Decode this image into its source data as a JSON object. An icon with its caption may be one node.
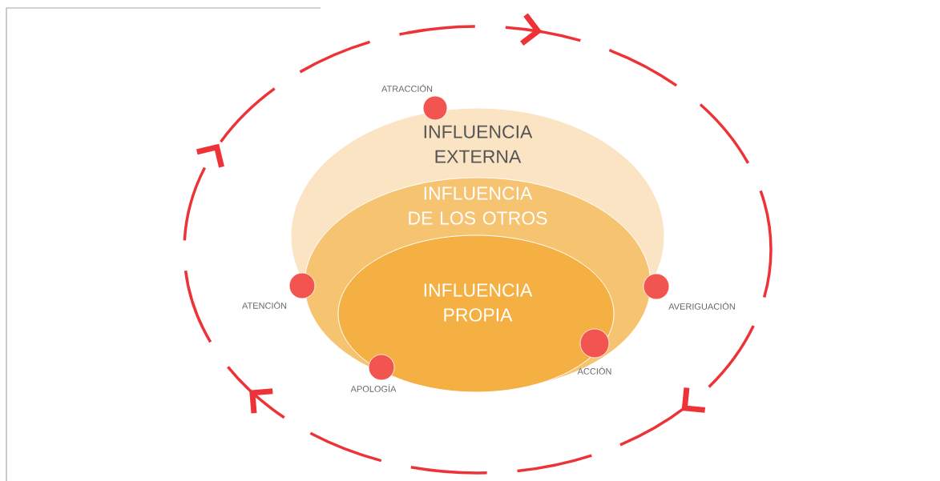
{
  "diagram": {
    "nodes": [
      {
        "text": [
          "INFLUENCIA EXTERNA"
        ]
      },
      {
        "text": [
          "INFLUENCIA DE LOS OTROS"
        ],
        "in": 0
      },
      {
        "text": [
          "INFLUENCIA PROPIA"
        ],
        "in": 1
      },
      {
        "text": [],
        "shape": "circle",
        "beside": [
          "ATRACCIÓN"
        ]
      },
      {
        "text": [],
        "shape": "circle",
        "beside": [
          "ATENCIÓN"
        ]
      },
      {
        "text": [],
        "shape": "circle",
        "beside": [
          "AVERIGUACIÓN"
        ]
      },
      {
        "text": [],
        "shape": "circle",
        "beside": [
          "ACCIÓN"
        ],
        "in": 2
      },
      {
        "text": [],
        "shape": "circle",
        "beside": [
          "APOLOGÍA"
        ],
        "in": 2
      }
    ]
  }
}
